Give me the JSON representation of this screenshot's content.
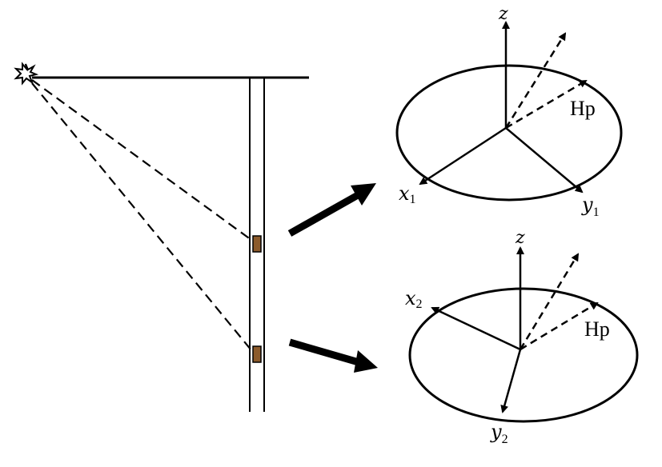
{
  "labels": {
    "z_top": "z",
    "hp_top": "Hp",
    "x1_base": "x",
    "x1_sub": "1",
    "y1_base": "y",
    "y1_sub": "1",
    "z_bottom": "z",
    "hp_bottom": "Hp",
    "x2_base": "x",
    "x2_sub": "2",
    "y2_base": "y",
    "y2_sub": "2"
  },
  "colors": {
    "stroke": "#000000",
    "receiver": "#8b5a2b",
    "background": "#ffffff"
  },
  "icons": {
    "source": "explosion-source-icon",
    "receiver": "receiver-box-icon"
  }
}
